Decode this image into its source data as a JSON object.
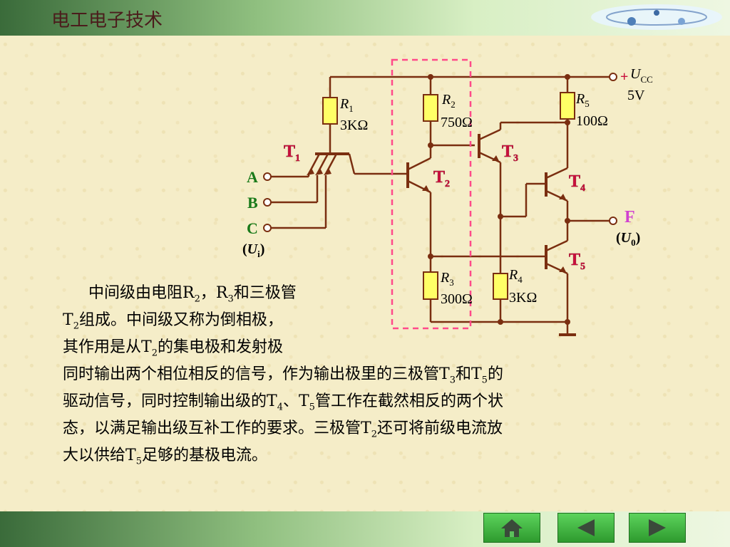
{
  "header": {
    "title": "电工电子技术"
  },
  "circuit": {
    "supply": {
      "plus": "+",
      "name": "U",
      "sub": "CC",
      "value": "5V"
    },
    "resistors": [
      {
        "name": "R",
        "sub": "1",
        "value": "3KΩ"
      },
      {
        "name": "R",
        "sub": "2",
        "value": "750Ω"
      },
      {
        "name": "R",
        "sub": "3",
        "value": "300Ω"
      },
      {
        "name": "R",
        "sub": "4",
        "value": "3KΩ"
      },
      {
        "name": "R",
        "sub": "5",
        "value": "100Ω"
      }
    ],
    "transistors": [
      {
        "name": "T",
        "sub": "1"
      },
      {
        "name": "T",
        "sub": "2"
      },
      {
        "name": "T",
        "sub": "3"
      },
      {
        "name": "T",
        "sub": "4"
      },
      {
        "name": "T",
        "sub": "5"
      }
    ],
    "inputs": [
      "A",
      "B",
      "C"
    ],
    "input_label": {
      "open": "(",
      "name": "U",
      "sub": "i",
      "close": ")"
    },
    "output": {
      "name": "F",
      "open": "(",
      "var": "U",
      "sub": "0",
      "close": ")"
    }
  },
  "paragraph": {
    "l1a": "中间级由电阻R",
    "l1s1": "2",
    "l1b": "，R",
    "l1s2": "3",
    "l1c": "和三极管",
    "l2a": "T",
    "l2s": "2",
    "l2b": "组成。中间级又称为倒相极，",
    "l3a": "其作用是从T",
    "l3s": "2",
    "l3b": "的集电极和发射极",
    "l4a": "同时输出两个相位相反的信号，作为输出极里的三极管T",
    "l4s1": "3",
    "l4b": "和T",
    "l4s2": "5",
    "l4c": "的",
    "l5a": "驱动信号，同时控制输出级的T",
    "l5s1": "4",
    "l5b": "、T",
    "l5s2": "5",
    "l5c": "管工作在截然相反的两个状",
    "l6a": "态，以满足输出级互补工作的要求。三极管T",
    "l6s": "2",
    "l6b": "还可将前级电流放",
    "l7a": "大以供给T",
    "l7s": "5",
    "l7b": "足够的基极电流。"
  },
  "nav": {
    "home": "home-icon",
    "prev": "left-arrow-icon",
    "next": "right-arrow-icon"
  }
}
